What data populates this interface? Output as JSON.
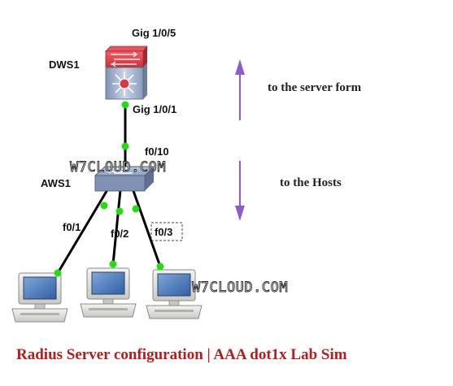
{
  "devices": {
    "distribution_switch": {
      "name": "DWS1"
    },
    "access_switch": {
      "name": "AWS1"
    }
  },
  "ports": {
    "dws_uplink": "Gig 1/0/5",
    "dws_downlink": "Gig 1/0/1",
    "aws_uplink": "f0/10",
    "host1": "f0/1",
    "host2": "f0/2",
    "host3": "f0/3"
  },
  "annotations": {
    "server_direction": "to the server form",
    "hosts_direction": "to the Hosts"
  },
  "watermarks": [
    "W7CLOUD.COM",
    "W7CLOUD.COM"
  ],
  "caption": "Radius Server configuration | AAA dot1x Lab Sim",
  "colors": {
    "arrow": "#8e5cc8",
    "link_dot": "#22dd11",
    "caption": "#b71c1c",
    "switch_red": "#d83a44"
  },
  "icons": [
    "multilayer-switch-icon",
    "workgroup-switch-icon",
    "pc-icon"
  ]
}
